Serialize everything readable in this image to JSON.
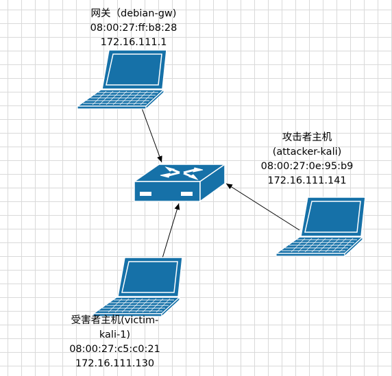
{
  "colors": {
    "device_fill": "#1671a8",
    "device_stroke": "#ffffff",
    "edge": "#000000",
    "grid": "#d9d9d9"
  },
  "nodes": {
    "gateway": {
      "icon": "laptop-icon",
      "name": "网关（debian-gw)",
      "mac": "08:00:27:ff:b8:28",
      "ip": "172.16.111.1"
    },
    "attacker": {
      "icon": "laptop-icon",
      "name": "攻击者主机",
      "host": "(attacker-kali)",
      "mac": "08:00:27:0e:95:b9",
      "ip": "172.16.111.141"
    },
    "victim": {
      "icon": "laptop-icon",
      "name": "受害者主机(victim-",
      "host": "kali-1)",
      "mac": "08:00:27:c5:c0:21",
      "ip": "172.16.111.130"
    },
    "switch": {
      "icon": "network-switch-icon"
    }
  }
}
